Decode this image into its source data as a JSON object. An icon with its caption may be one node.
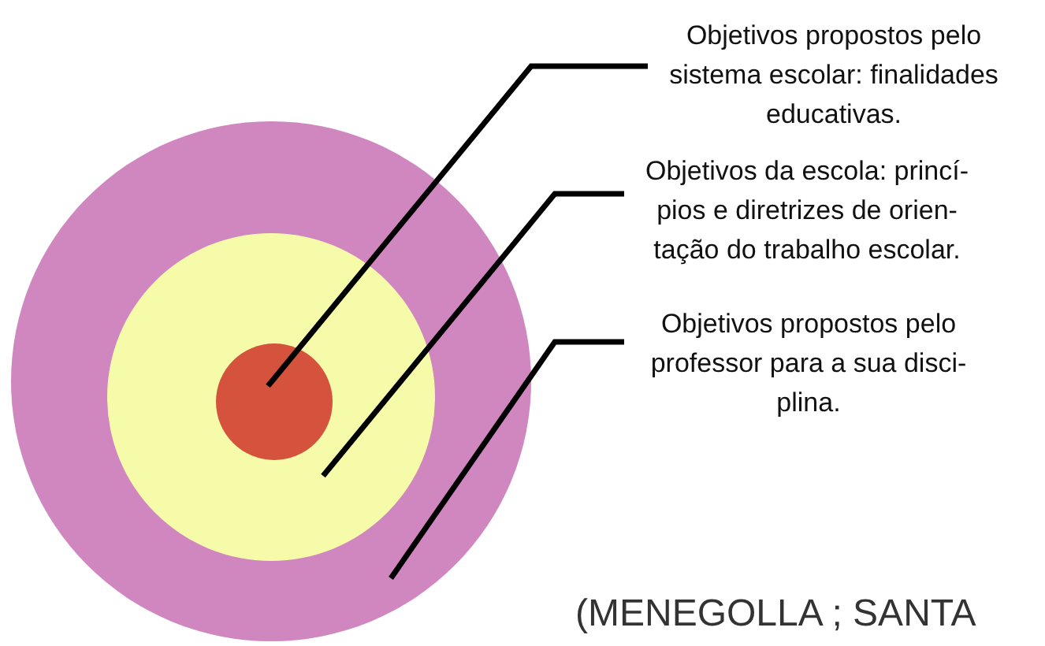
{
  "diagram": {
    "nodes": [
      {
        "text": [
          "Objetivos propostos pelo sistema escolar: finalidades educativas."
        ]
      },
      {
        "text": [
          "Objetivos da escola: princí- pios e diretrizes de orien- tação do trabalho escolar."
        ]
      },
      {
        "text": [
          "Objetivos propostos pelo professor para a sua disci- plina."
        ]
      },
      {
        "text": [],
        "shape": "circle"
      },
      {
        "text": [],
        "shape": "circle",
        "in": 3
      },
      {
        "text": [],
        "shape": "circle",
        "in": 4
      }
    ],
    "edges": [
      {
        "from": 0,
        "to": 5,
        "arrow": "none"
      },
      {
        "from": 1,
        "to": 4,
        "arrow": "none"
      },
      {
        "from": 2,
        "to": 3,
        "arrow": "none"
      }
    ],
    "labels": [
      "(MENEGOLLA ; SANTA"
    ]
  }
}
